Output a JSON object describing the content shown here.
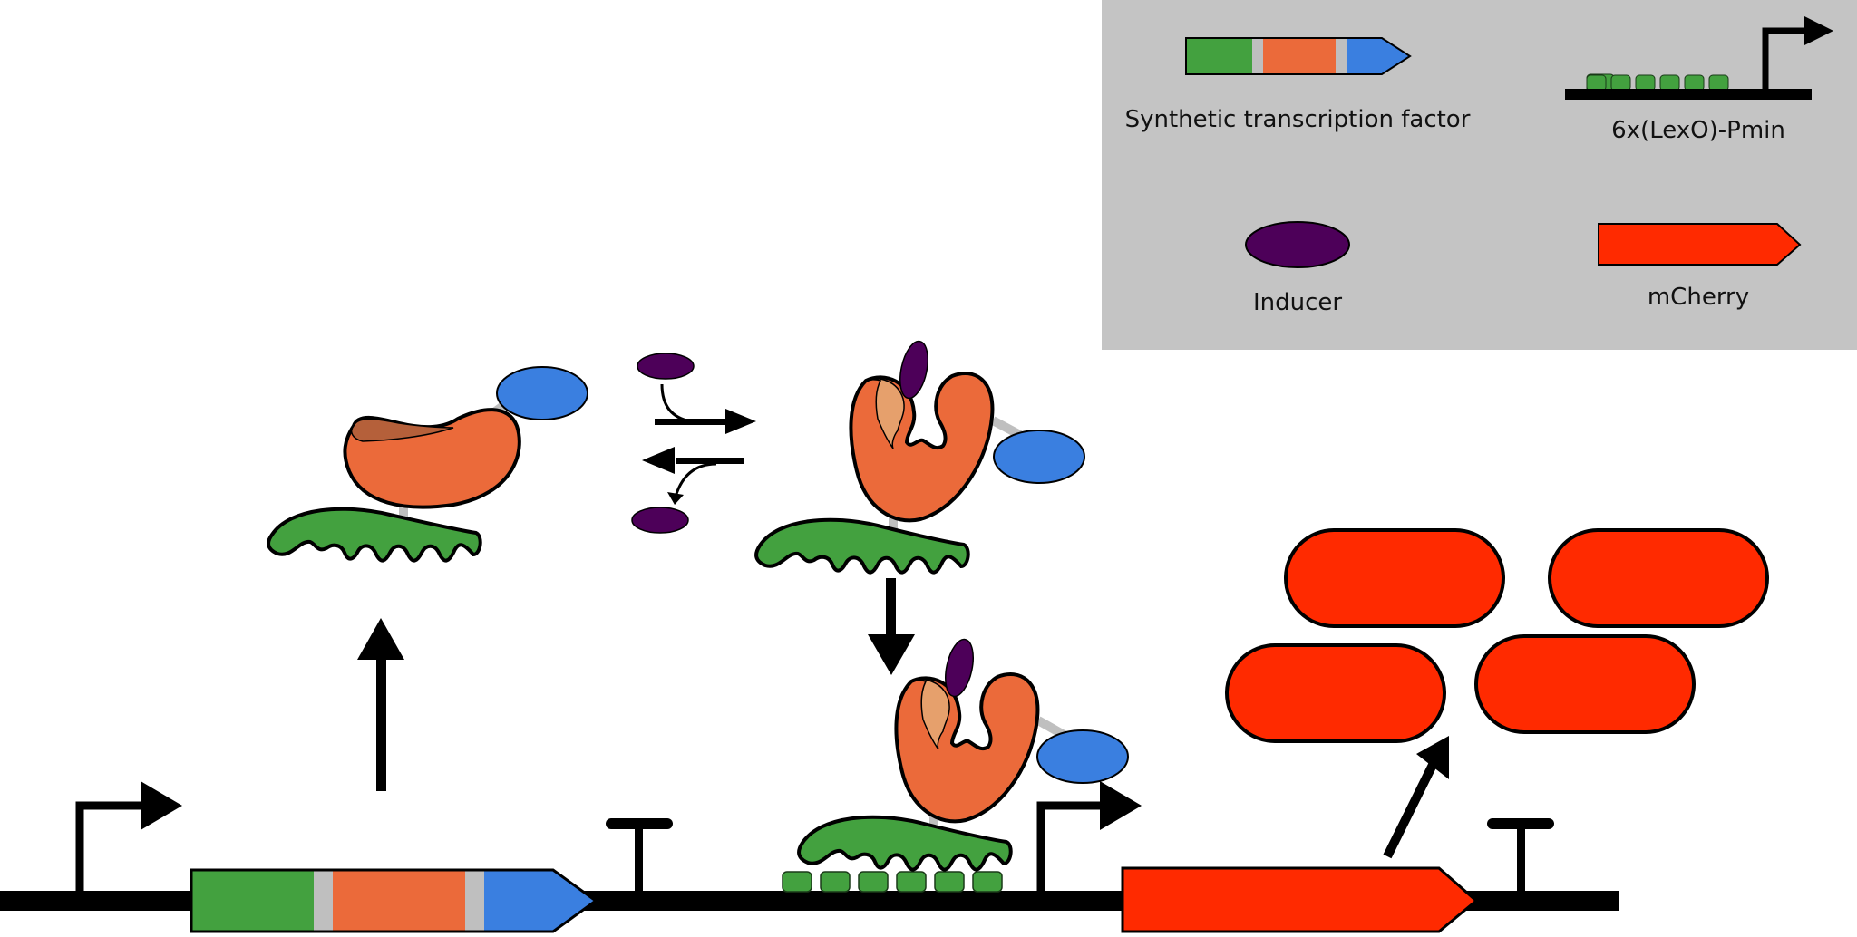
{
  "legend": {
    "synthetic_tf_label": "Synthetic transcription factor",
    "promoter_label": "6x(LexO)-Pmin",
    "inducer_label": "Inducer",
    "reporter_label": "mCherry"
  },
  "colors": {
    "dbd_green": "#43a13f",
    "lbd_orange": "#eb6a3a",
    "lbd_pocket_light": "#e6a06c",
    "lbd_pocket_dark": "#b5603a",
    "ad_blue": "#3a7fe0",
    "linker_gray": "#bfbfbf",
    "inducer_purple": "#4d0059",
    "mcherry_red": "#ff2a00",
    "legend_bg": "#c4c4c4",
    "line_black": "#000000"
  },
  "icons": [
    "promoter-arrow-icon",
    "terminator-icon",
    "operator-box-icon",
    "equilibrium-arrows-icon"
  ]
}
